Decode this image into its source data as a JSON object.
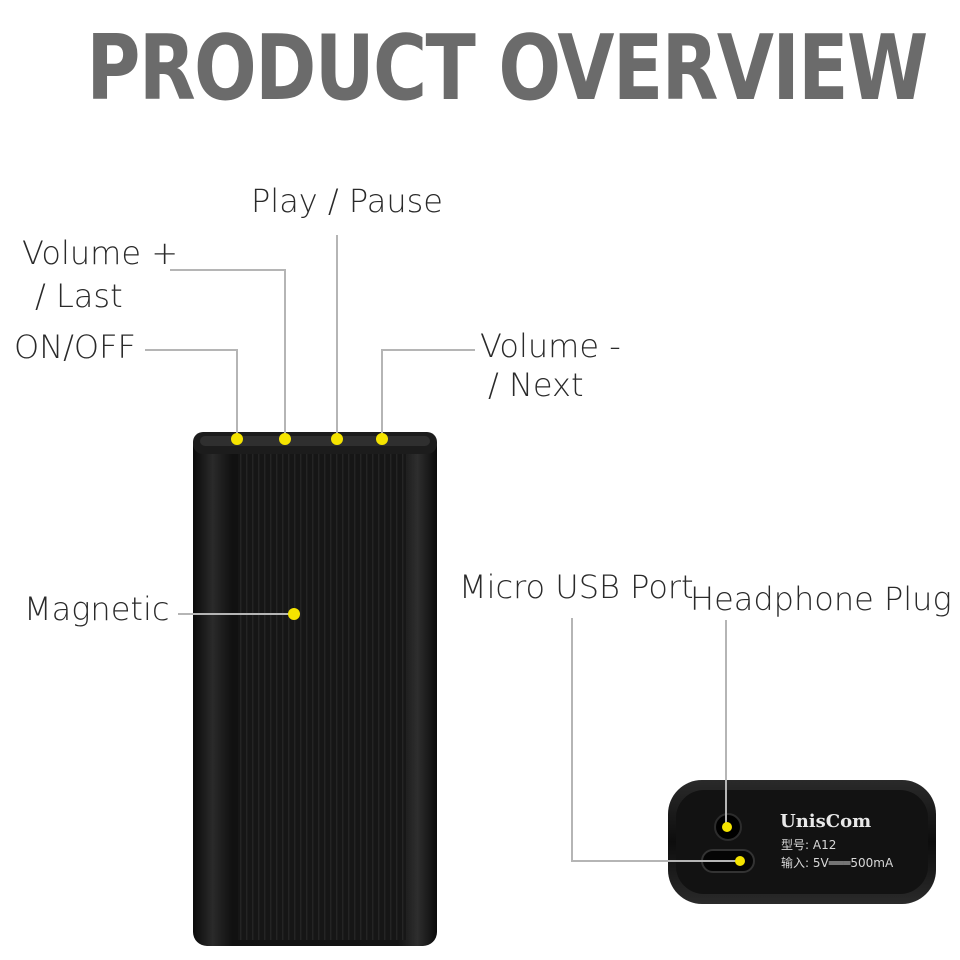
{
  "title": "PRODUCT OVERVIEW",
  "labels": {
    "play_pause": "Play / Pause",
    "volume_plus_1": "Volume +",
    "volume_plus_2": "/ Last",
    "on_off": "ON/OFF",
    "volume_minus_1": "Volume -",
    "volume_minus_2": "/ Next",
    "magnetic": "Magnetic",
    "micro_usb": "Micro USB Port",
    "headphone": "Headphone Plug"
  },
  "device_end": {
    "brand": "UnisCom",
    "model_line": "型号: A12",
    "input_line": "输入: 5V═══500mA"
  },
  "colors": {
    "title": "#6b6b6b",
    "marker": "#f5e400",
    "device": "#141414",
    "leader_line": "#b5b5b5"
  }
}
